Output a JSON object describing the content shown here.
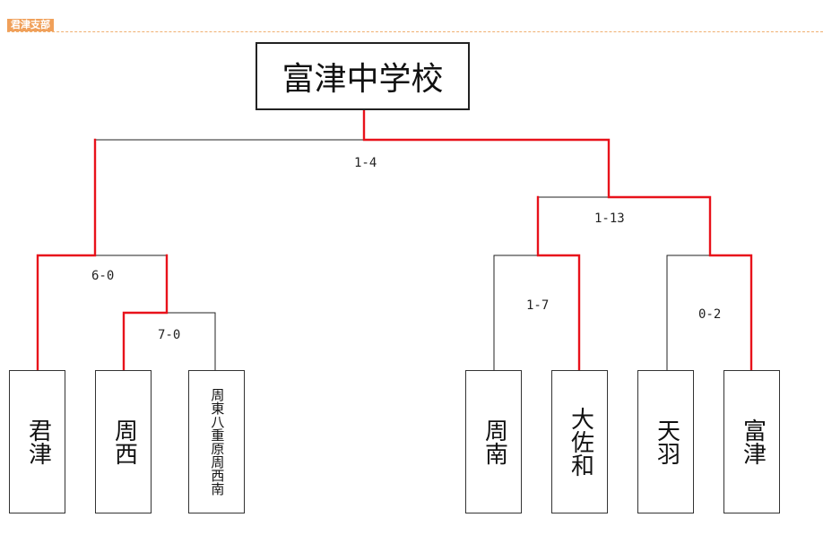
{
  "header": {
    "section_tag": "君津支部"
  },
  "bracket": {
    "champion": "富津中学校",
    "teams": [
      {
        "id": "t1",
        "name": "君津"
      },
      {
        "id": "t2",
        "name": "周西"
      },
      {
        "id": "t3",
        "name": "周東八重原周西南"
      },
      {
        "id": "t4",
        "name": "周南"
      },
      {
        "id": "t5",
        "name": "大佐和"
      },
      {
        "id": "t6",
        "name": "天羽"
      },
      {
        "id": "t7",
        "name": "富津"
      }
    ],
    "scores": {
      "final": "1-4",
      "left_semi": "6-0",
      "left_first_round": "7-0",
      "right_semi": "1-13",
      "right_left_match": "1-7",
      "right_right_match": "0-2"
    }
  },
  "colors": {
    "winner_line": "#e8121b",
    "line": "#222222",
    "tag_bg": "#f0a05a"
  }
}
